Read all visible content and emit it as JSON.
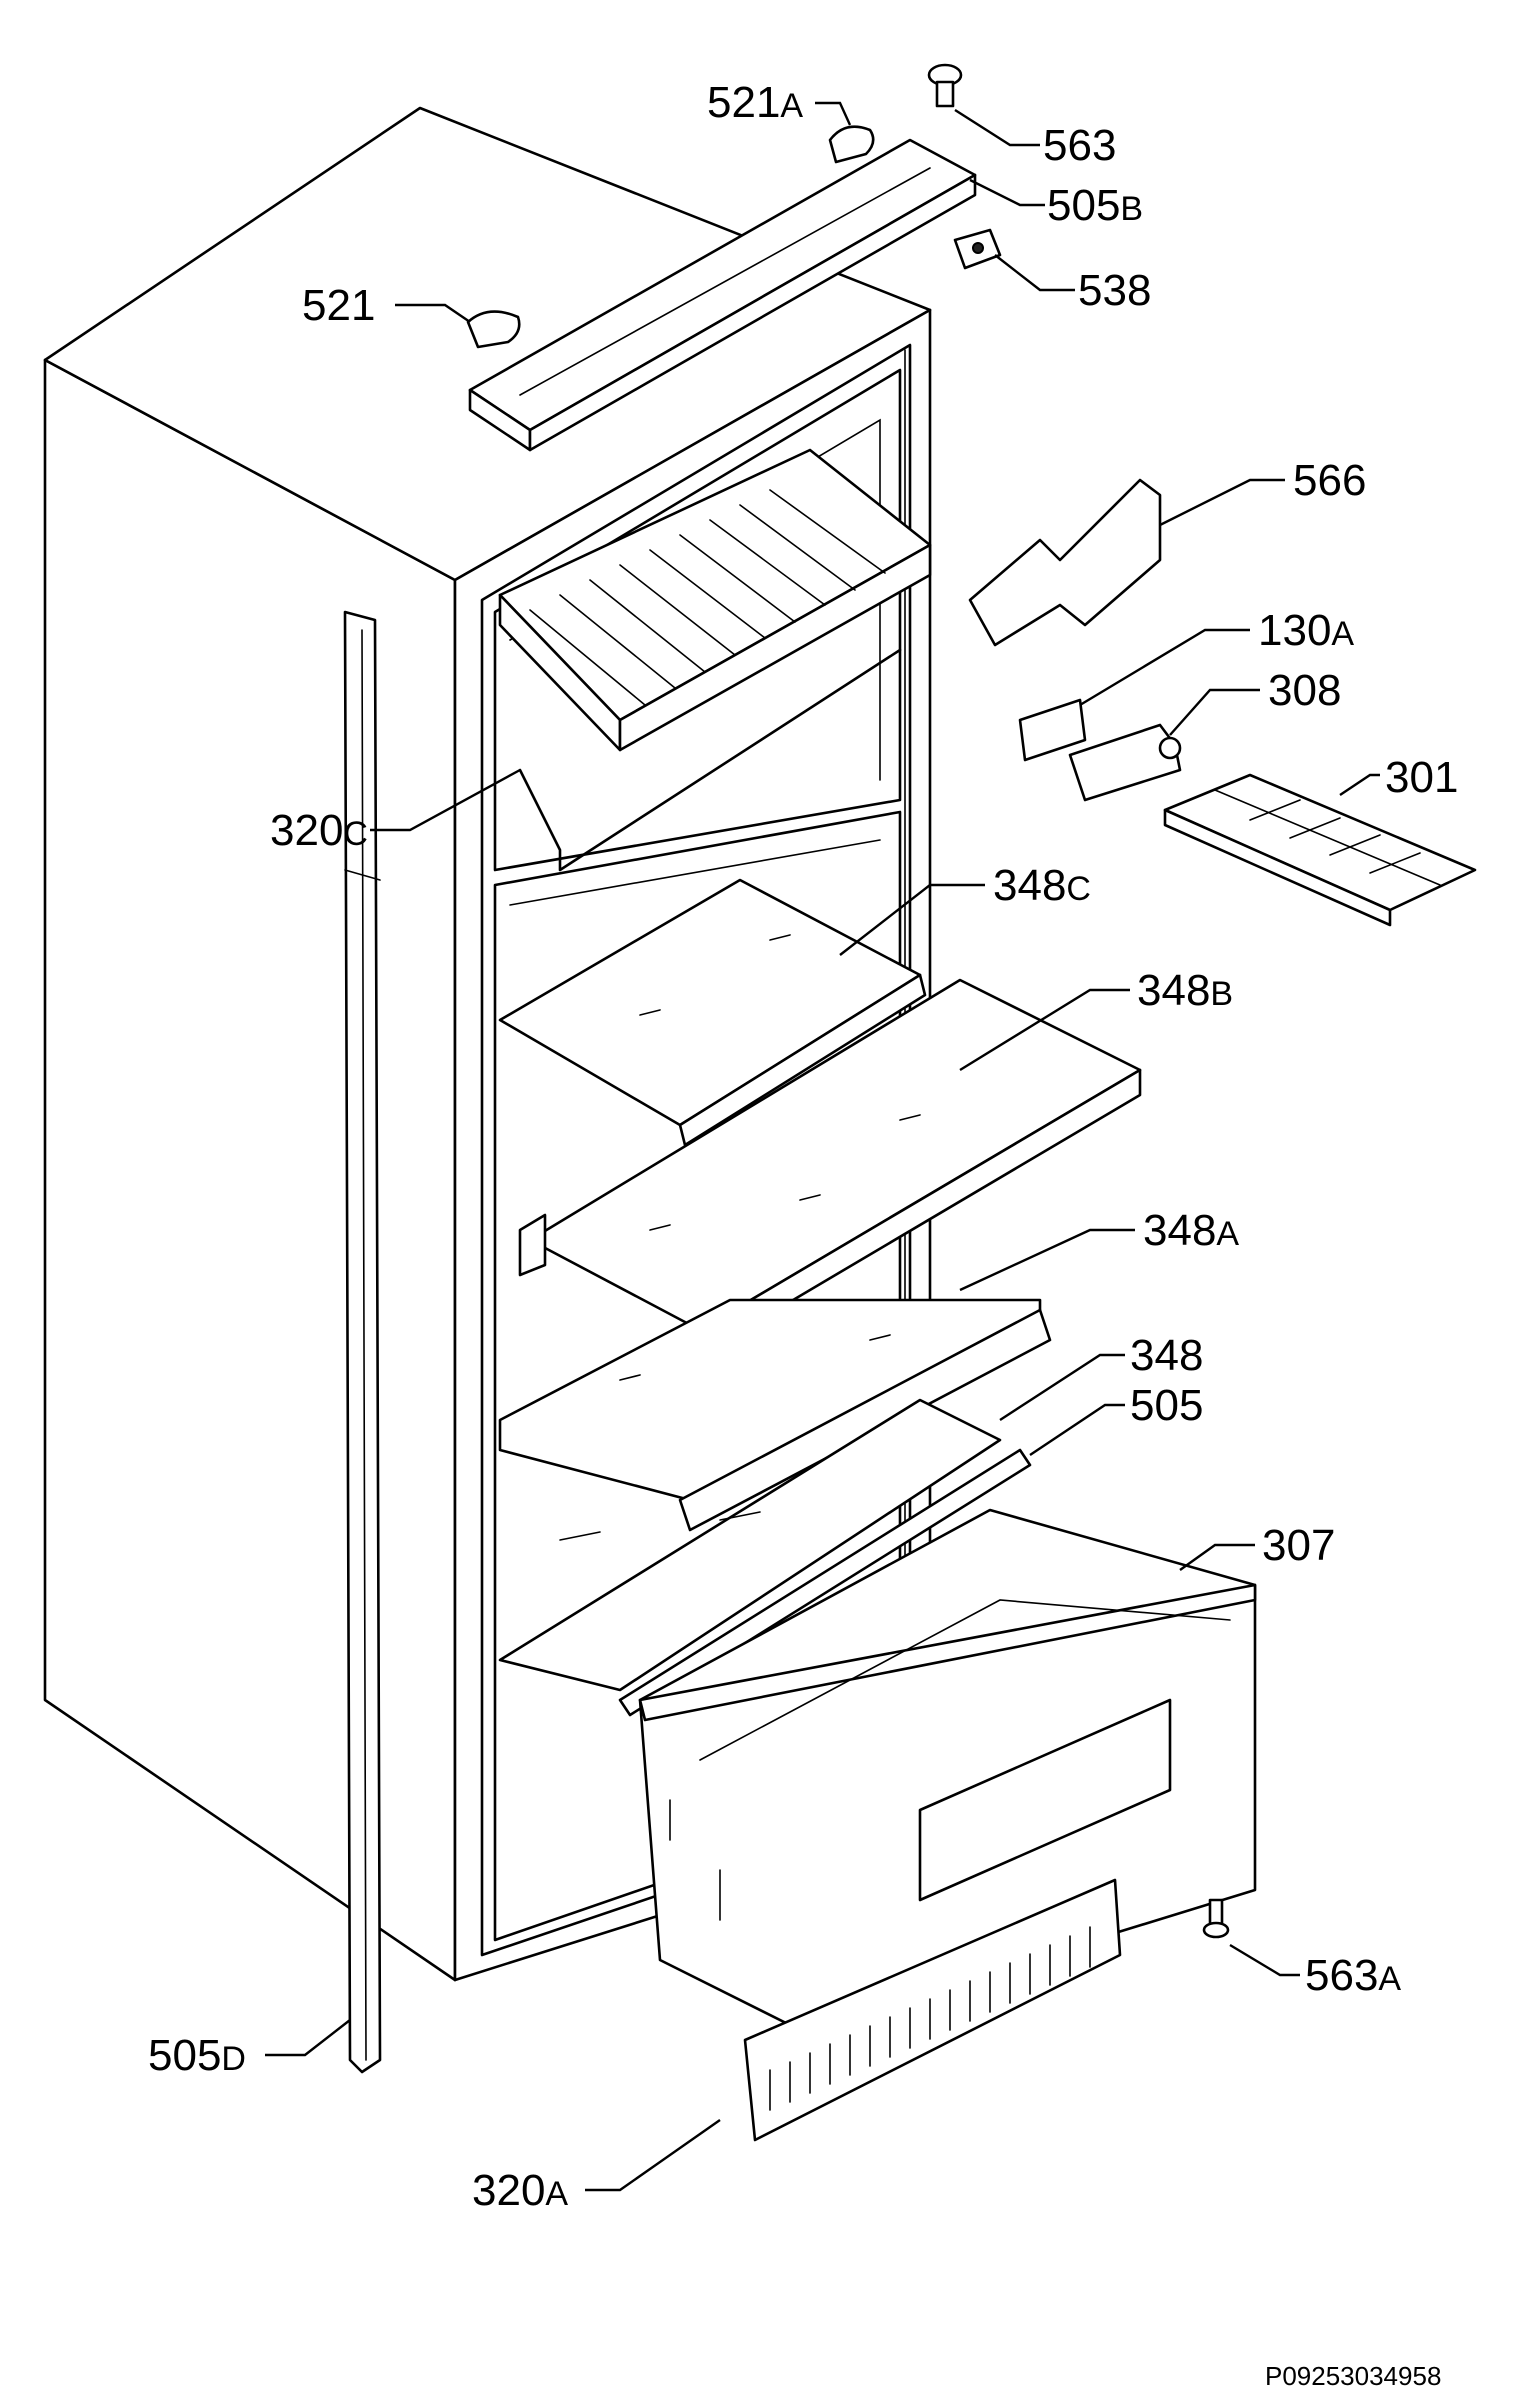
{
  "labels": {
    "l521a": {
      "num": "521",
      "suffix": "A"
    },
    "l563": {
      "num": "563",
      "suffix": ""
    },
    "l505b": {
      "num": "505",
      "suffix": "B"
    },
    "l538": {
      "num": "538",
      "suffix": ""
    },
    "l521": {
      "num": "521",
      "suffix": ""
    },
    "l566": {
      "num": "566",
      "suffix": ""
    },
    "l130a": {
      "num": "130",
      "suffix": "A"
    },
    "l308": {
      "num": "308",
      "suffix": ""
    },
    "l301": {
      "num": "301",
      "suffix": ""
    },
    "l320c": {
      "num": "320",
      "suffix": "C"
    },
    "l348c": {
      "num": "348",
      "suffix": "C"
    },
    "l348b": {
      "num": "348",
      "suffix": "B"
    },
    "l348a": {
      "num": "348",
      "suffix": "A"
    },
    "l348": {
      "num": "348",
      "suffix": ""
    },
    "l505": {
      "num": "505",
      "suffix": ""
    },
    "l307": {
      "num": "307",
      "suffix": ""
    },
    "l563a": {
      "num": "563",
      "suffix": "A"
    },
    "l505d": {
      "num": "505",
      "suffix": "D"
    },
    "l320a": {
      "num": "320",
      "suffix": "A"
    }
  },
  "drawing_code": "P09253034958"
}
